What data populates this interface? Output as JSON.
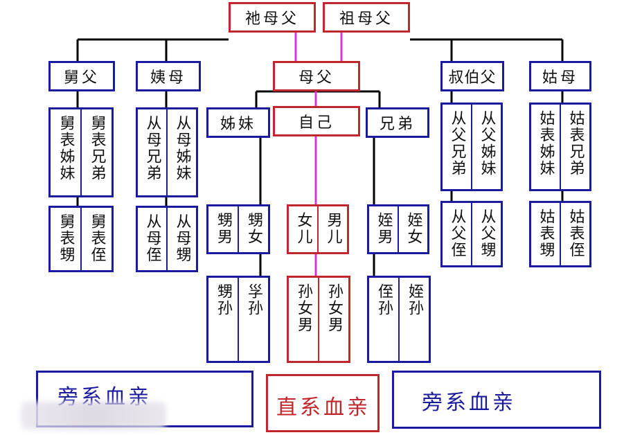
{
  "top": {
    "left": "祂母父",
    "right": "祖母父"
  },
  "parents": "母父",
  "uncle_maternal": "舅父",
  "aunt_maternal": "姨母",
  "uncle_paternal": "叔伯父",
  "aunt_paternal": "姑母",
  "sisters": "姊妹",
  "self": "自己",
  "brothers": "兄弟",
  "row3": {
    "jiu_cousin_sister": "舅表姊妹",
    "jiu_cousin_brother": "舅表兄弟",
    "yi_cousin_brother": "从母兄弟",
    "yi_cousin_sister": "从母姊妹",
    "shu_cousin_brother": "从父兄弟",
    "shu_cousin_sister": "从父姊妹",
    "gu_cousin_sister": "姑表姊妹",
    "gu_cousin_brother": "姑表兄弟"
  },
  "row4": {
    "jiu_sheng": "舅表甥",
    "jiu_zhi": "舅表侄",
    "yi_zhi": "从母侄",
    "yi_sheng": "从母甥",
    "sheng_nan": "甥男",
    "sheng_nv": "甥女",
    "daughter": "女儿",
    "son": "男儿",
    "zhi_nan": "姪男",
    "zhi_nv": "姪女",
    "shu_zhi": "从父侄",
    "shu_sheng": "从父甥",
    "gu_sheng": "姑表甥",
    "gu_zhi": "姑表侄"
  },
  "row5": {
    "sheng_sun": "甥孙",
    "rang_sun": "㜽孙",
    "grand_daughter": "孙女男",
    "grand_son": "孙女男",
    "zhi_sun": "侄孙",
    "zhi_sun_f": "姪孙"
  },
  "legend": {
    "left": "旁系血亲",
    "center": "直系血亲",
    "right": "旁系血亲"
  },
  "colors": {
    "blue": "#1a1a9c",
    "red": "#c0262b",
    "magenta": "#d437d4",
    "line": "#000000"
  }
}
